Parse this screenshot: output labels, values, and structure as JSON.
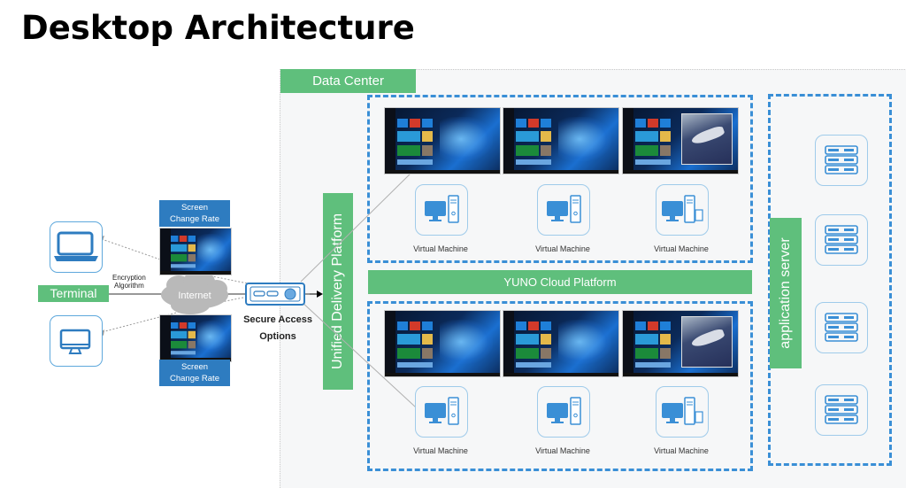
{
  "title": "Desktop Architecture",
  "data_center": {
    "label": "Data Center",
    "unified_delivery_platform": "Unified Delivery Platform",
    "cloud_platform": "YUNO Cloud Platform",
    "application_server": "application server",
    "vm_groups": [
      {
        "screens": [
          "windows-desktop",
          "windows-desktop",
          "windows-cad-desktop"
        ],
        "vms": [
          {
            "label": "Virtual Machine",
            "icon": "desktop-pc-icon"
          },
          {
            "label": "Virtual Machine",
            "icon": "desktop-pc-icon"
          },
          {
            "label": "Virtual Machine",
            "icon": "workstation-icon"
          }
        ]
      },
      {
        "screens": [
          "windows-desktop",
          "windows-desktop",
          "windows-cad-desktop"
        ],
        "vms": [
          {
            "label": "Virtual Machine",
            "icon": "desktop-pc-icon"
          },
          {
            "label": "Virtual Machine",
            "icon": "desktop-pc-icon"
          },
          {
            "label": "Virtual Machine",
            "icon": "workstation-icon"
          }
        ]
      }
    ],
    "servers": [
      "server-rack-icon",
      "server-rack-icon",
      "server-rack-icon",
      "server-rack-icon"
    ]
  },
  "client": {
    "terminal_label": "Terminal",
    "encryption_label_line1": "Encryption",
    "encryption_label_line2": "Algorithm",
    "internet_label": "Internet",
    "screen_change_top_line1": "Screen",
    "screen_change_top_line2": "Change Rate",
    "screen_change_bottom_line1": "Screen",
    "screen_change_bottom_line2": "Change Rate",
    "devices": [
      "laptop-icon",
      "monitor-icon"
    ],
    "secure_access_line1": "Secure Access",
    "secure_access_line2": "Options"
  },
  "colors": {
    "green": "#5fbf7c",
    "blue": "#3a8fd6",
    "dark_blue_label": "#2e7cc0"
  }
}
